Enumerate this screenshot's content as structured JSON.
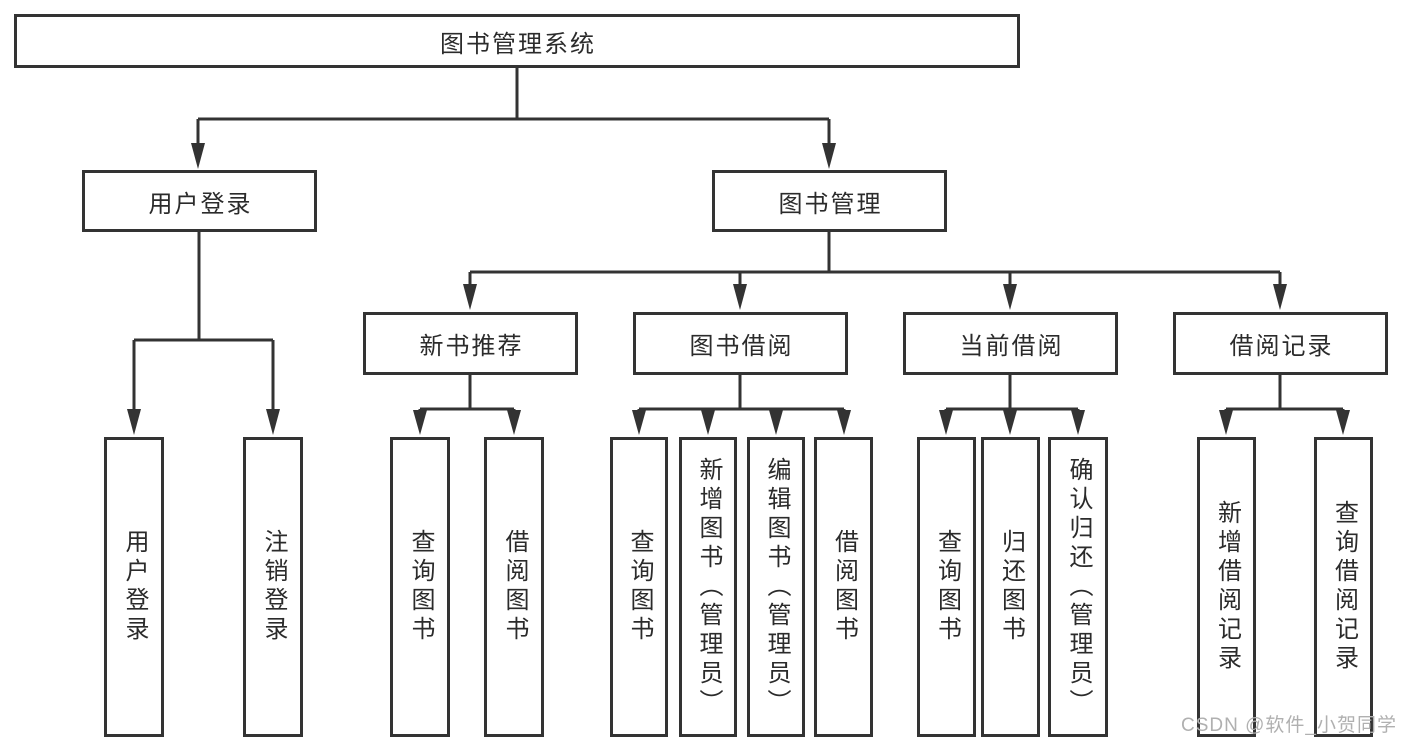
{
  "tree": {
    "label": "图书管理系统",
    "children": [
      {
        "label": "用户登录",
        "children": [
          {
            "label": "用户登录"
          },
          {
            "label": "注销登录"
          }
        ]
      },
      {
        "label": "图书管理",
        "children": [
          {
            "label": "新书推荐",
            "children": [
              {
                "label": "查询图书"
              },
              {
                "label": "借阅图书"
              }
            ]
          },
          {
            "label": "图书借阅",
            "children": [
              {
                "label": "查询图书"
              },
              {
                "label": "新增图书（管理员）"
              },
              {
                "label": "编辑图书（管理员）"
              },
              {
                "label": "借阅图书"
              }
            ]
          },
          {
            "label": "当前借阅",
            "children": [
              {
                "label": "查询图书"
              },
              {
                "label": "归还图书"
              },
              {
                "label": "确认归还（管理员）"
              }
            ]
          },
          {
            "label": "借阅记录",
            "children": [
              {
                "label": "新增借阅记录"
              },
              {
                "label": "查询借阅记录"
              }
            ]
          }
        ]
      }
    ]
  },
  "watermark": {
    "text": "CSDN @软件_小贺同学"
  },
  "colors": {
    "line": "#333333",
    "text": "#2b2b2b",
    "watermark": "#b0b0b0",
    "background": "#ffffff"
  }
}
